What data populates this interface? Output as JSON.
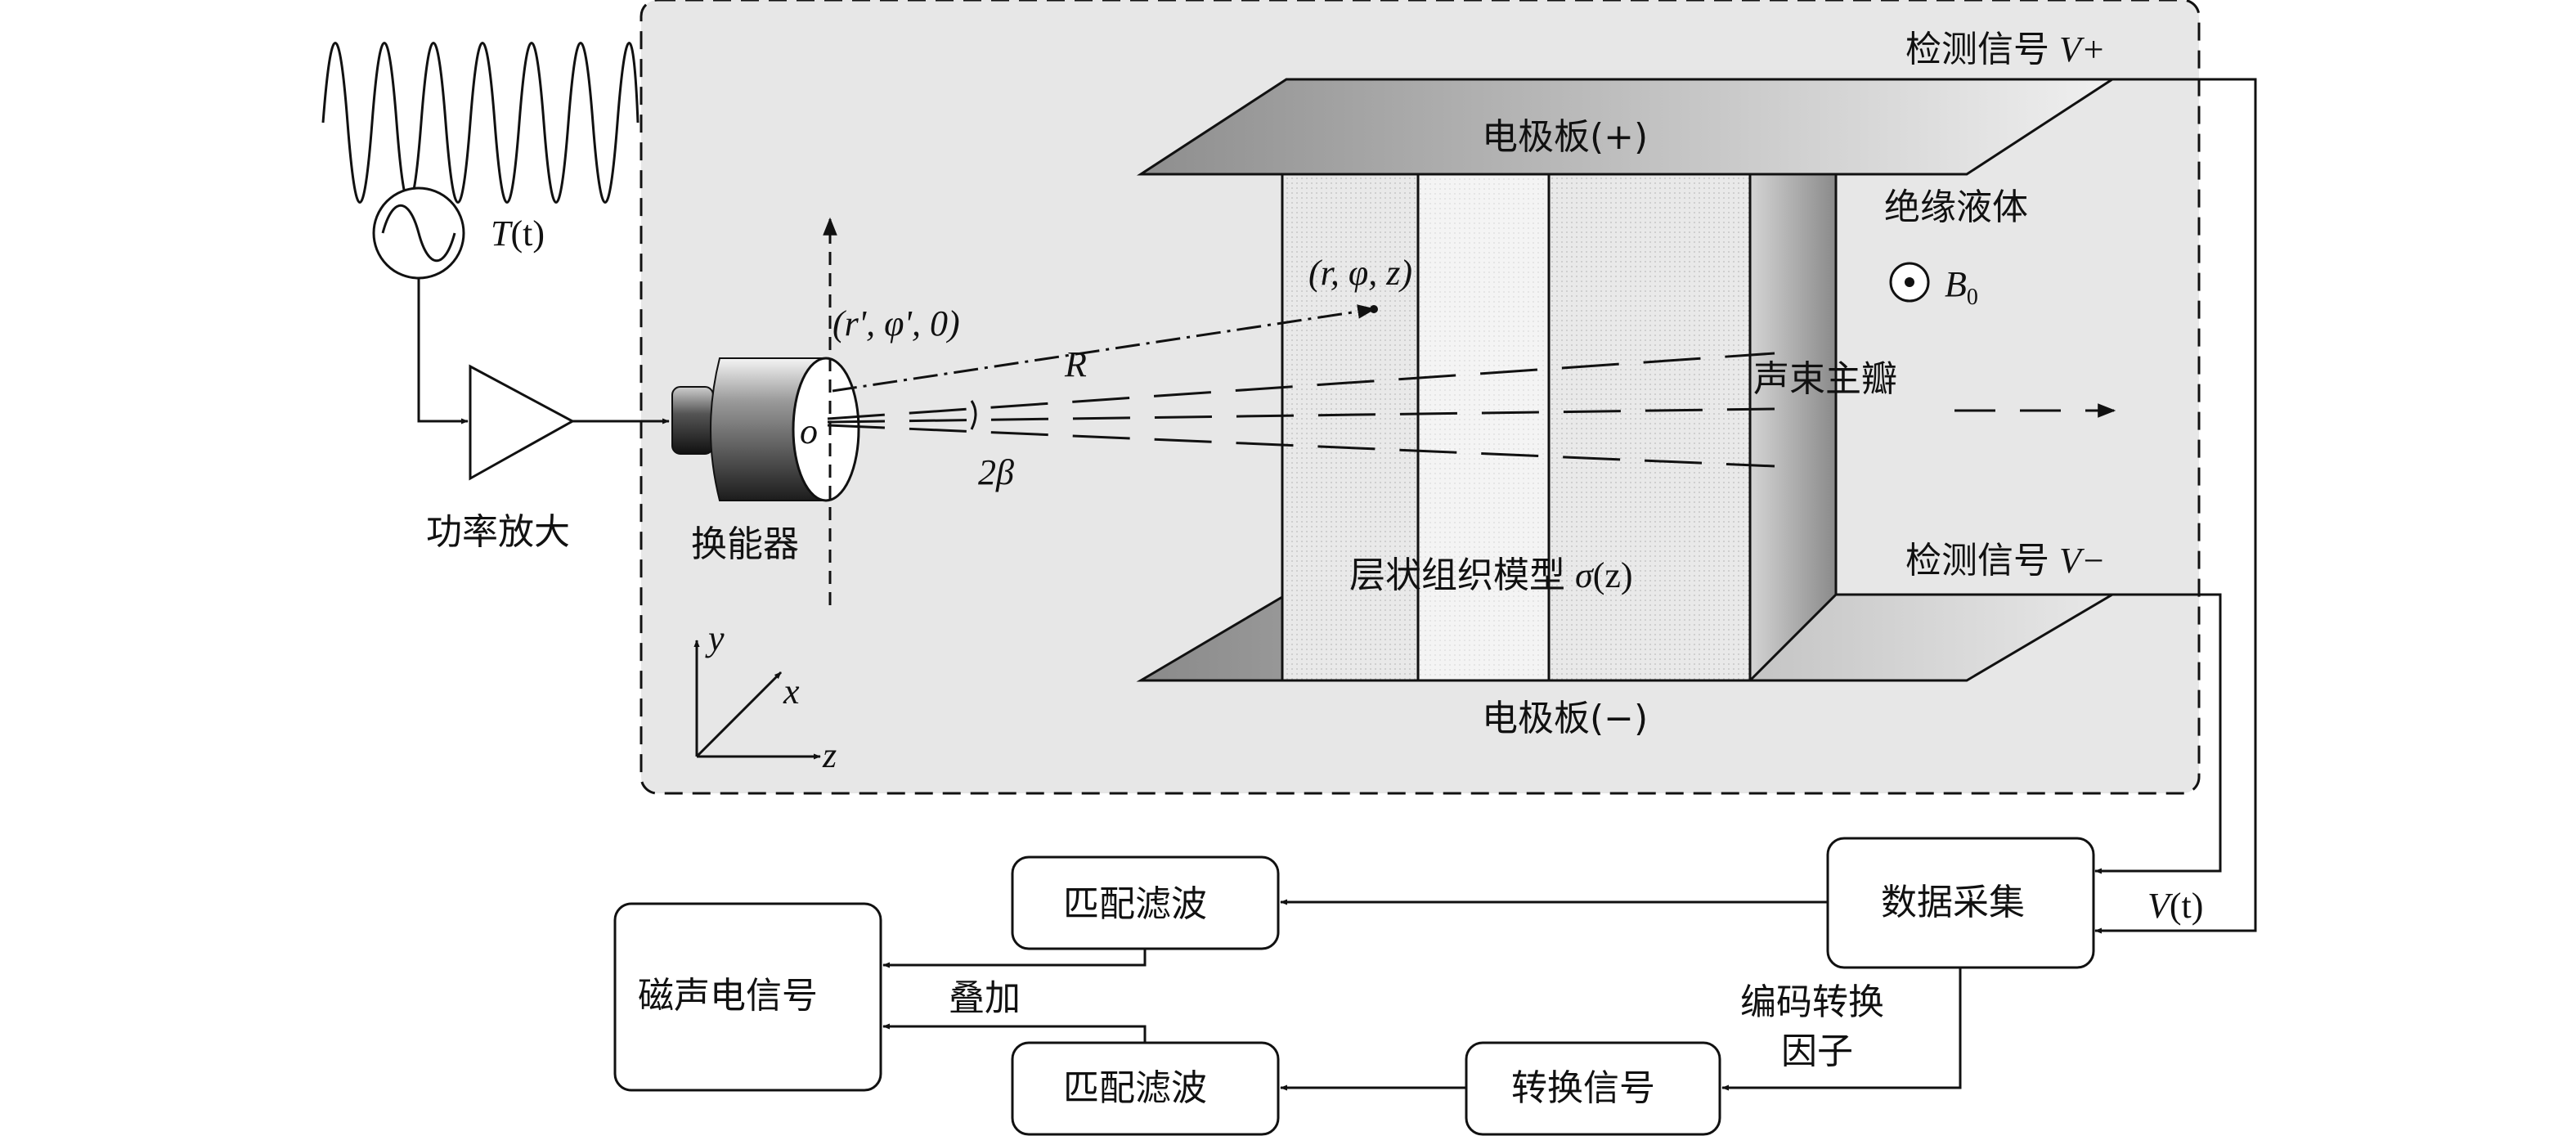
{
  "left": {
    "source_label_T": "T",
    "source_label_rest": "(t)",
    "amplifier_label": "功率放大",
    "transducer_label": "换能器"
  },
  "main_panel": {
    "detect_plus_cn": "检测信号",
    "detect_plus_sym": "V+",
    "detect_minus_cn": "检测信号",
    "detect_minus_sym": "V−",
    "electrode_top": "电极板(+)",
    "electrode_bottom": "电极板(−)",
    "insulating_liquid": "绝缘液体",
    "b0_label": "B",
    "b0_sub": "0",
    "beam_label": "声束主瓣",
    "model_label_cn": "层状组织模型",
    "model_label_sym": "σ",
    "model_label_arg": "(z)",
    "point_field": "(r, φ, z)",
    "point_source": "(r', φ', 0)",
    "R_label": "R",
    "beta_label": "2β",
    "origin_label": "o",
    "axis_x": "x",
    "axis_y": "y",
    "axis_z": "z"
  },
  "processing": {
    "data_acq": "数据采集",
    "vt_sym": "V",
    "vt_arg": "(t)",
    "matched_filter_top": "匹配滤波",
    "matched_filter_bottom": "匹配滤波",
    "convert_signal": "转换信号",
    "coding_factor_line1": "编码转换",
    "coding_factor_line2": "因子",
    "superpose": "叠加",
    "mae_signal": "磁声电信号"
  },
  "colors": {
    "panel_bg": "#e7e7e7",
    "stroke": "#111111",
    "plate": "#a8a8a8"
  }
}
